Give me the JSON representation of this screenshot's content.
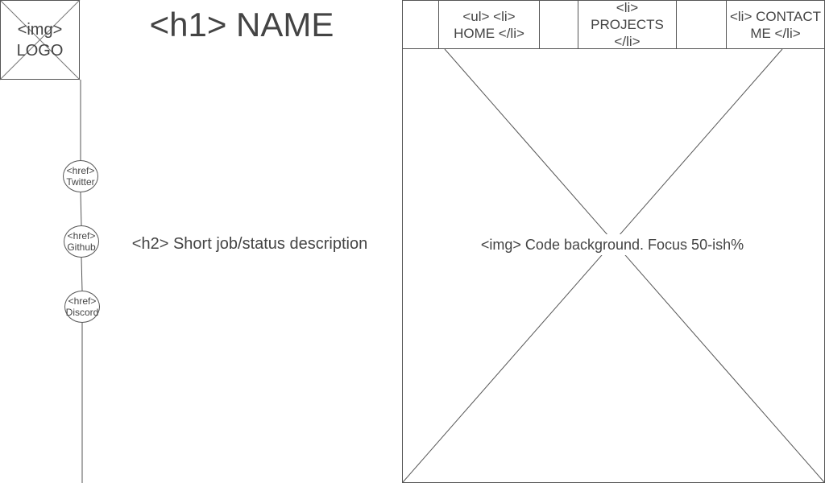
{
  "logo": {
    "line1": "<img>",
    "line2": "LOGO"
  },
  "heading": {
    "title": "<h1> NAME",
    "subtitle": "<h2> Short job/status description"
  },
  "social_links": [
    {
      "tag": "<href>",
      "label": "Twitter",
      "icon": "twitter-link-icon"
    },
    {
      "tag": "<href>",
      "label": "Github",
      "icon": "github-link-icon"
    },
    {
      "tag": "<href>",
      "label": "Discord",
      "icon": "discord-link-icon"
    }
  ],
  "nav": {
    "home": {
      "line1": "<ul> <li>",
      "line2": "HOME </li>"
    },
    "projects": {
      "line1": "<li>",
      "line2": "PROJECTS",
      "line3": "</li>"
    },
    "contact": {
      "line1": "<li> CONTACT",
      "line2": "ME </li>"
    }
  },
  "hero": {
    "caption": "<img> Code background. Focus 50-ish%"
  },
  "colors": {
    "line": "#555555",
    "text": "#444444",
    "background": "#ffffff"
  }
}
